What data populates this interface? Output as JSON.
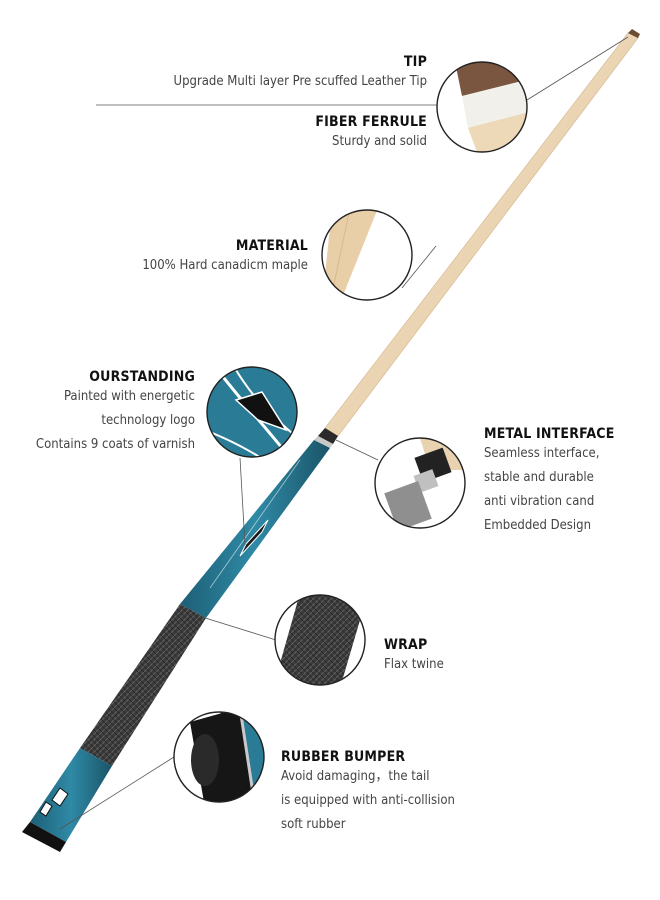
{
  "features": {
    "tip": {
      "title": "TIP",
      "desc": [
        "Upgrade Multi layer Pre scuffed Leather Tip"
      ]
    },
    "ferrule": {
      "title": "FIBER FERRULE",
      "desc": [
        "Sturdy and solid"
      ]
    },
    "material": {
      "title": "MATERIAL",
      "desc": [
        "100% Hard canadicm maple"
      ]
    },
    "outstanding": {
      "title": "OURSTANDING",
      "desc": [
        "Painted with energetic",
        "technology logo",
        "Contains 9 coats of varnish"
      ]
    },
    "metal": {
      "title": "METAL INTERFACE",
      "desc": [
        "Seamless interface,",
        "stable and durable",
        "anti vibration cand",
        "Embedded Design"
      ]
    },
    "wrap": {
      "title": "WRAP",
      "desc": [
        "Flax twine"
      ]
    },
    "bumper": {
      "title": "RUBBER BUMPER",
      "desc": [
        "Avoid damaging，the tail",
        "is equipped with anti-collision",
        "soft rubber"
      ]
    }
  },
  "colors": {
    "maple": "#ecd6b5",
    "forearm_blue": "#2a7b96",
    "wrap_dark": "#3c3c3c",
    "ring_silver": "#c9c9c9",
    "callout_line": "#555555"
  }
}
